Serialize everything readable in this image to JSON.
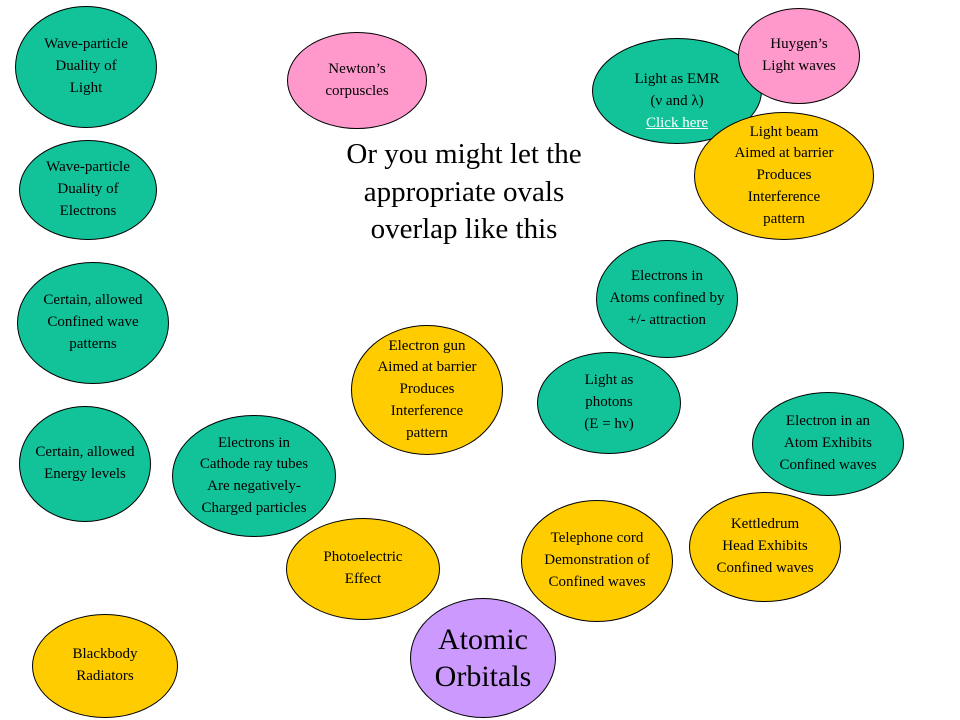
{
  "heading": "Or you might let the\nappropriate ovals\noverlap like this",
  "ovals": {
    "wp_light": "Wave-particle\nDuality of\nLight",
    "newton": "Newton’s\ncorpuscles",
    "emr_line1": "Light as EMR\n(ν and λ)",
    "emr_link": "Click here",
    "huygens": "Huygen’s\nLight waves",
    "light_beam": "Light beam\nAimed at barrier\nProduces\nInterference\npattern",
    "wp_electrons": "Wave-particle\nDuality of\nElectrons",
    "electrons_atoms": "Electrons in\nAtoms confined by\n+/- attraction",
    "confined_patterns": "Certain, allowed\nConfined wave\npatterns",
    "electron_gun": "Electron gun\nAimed at barrier\nProduces\nInterference\npattern",
    "photons": "Light as\nphotons\n(E = hν)",
    "electron_atom": "Electron in an\nAtom Exhibits\nConfined waves",
    "energy_levels": "Certain, allowed\nEnergy levels",
    "cathode": "Electrons in\nCathode ray tubes\nAre negatively-\nCharged particles",
    "kettledrum": "Kettledrum\nHead Exhibits\nConfined waves",
    "telephone": "Telephone cord\nDemonstration of\nConfined waves",
    "photoelectric": "Photoelectric\nEffect",
    "atomic_orbitals": "Atomic\nOrbitals",
    "blackbody": "Blackbody\nRadiators"
  },
  "colors": {
    "teal": "#12c39a",
    "pink": "#ff99cc",
    "gold": "#ffcc00",
    "purple": "#cc99ff"
  }
}
